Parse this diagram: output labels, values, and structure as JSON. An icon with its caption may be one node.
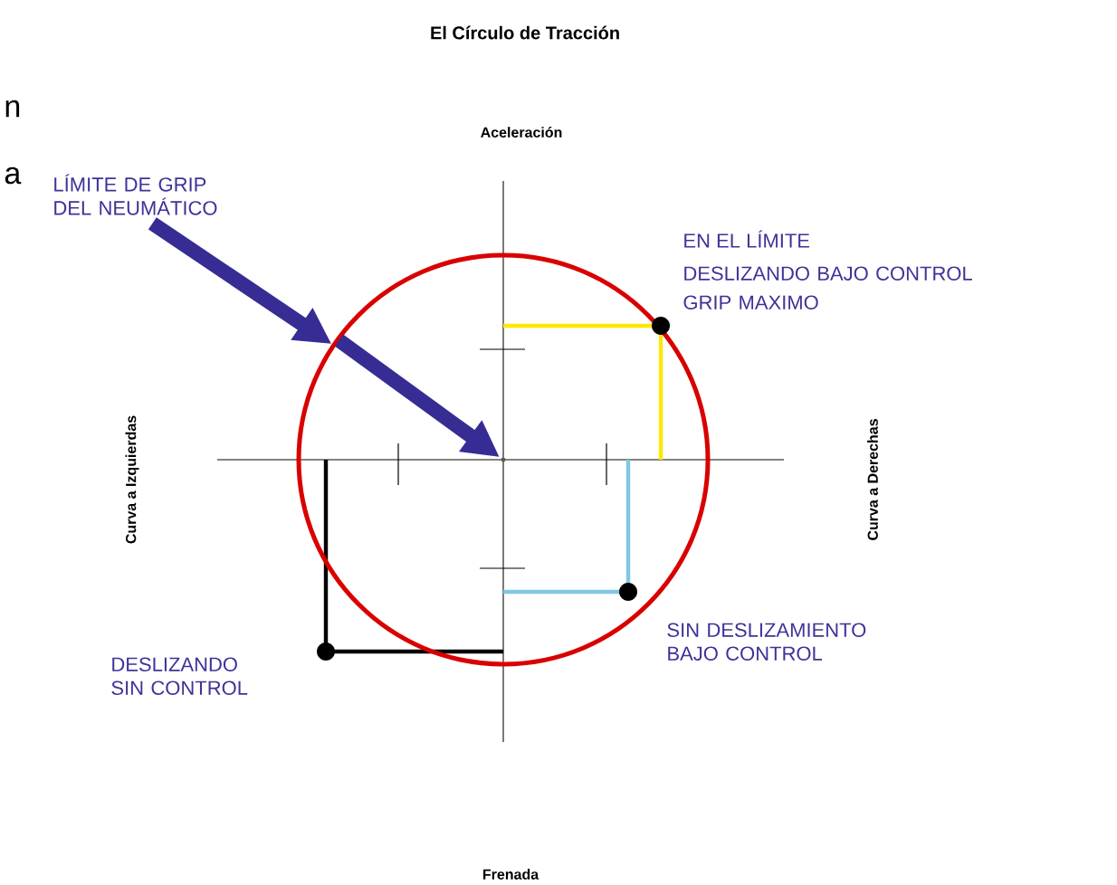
{
  "diagram": {
    "title": "El Círculo de Tracción",
    "nodes": [
      {
        "text": [
          "LÍMITE DE GRIP DEL NEUMÁTICO"
        ]
      },
      {
        "text": [],
        "shape": "circle"
      },
      {
        "text": [],
        "shape": "point",
        "in": 1
      }
    ],
    "edges": [
      {
        "from": 0,
        "to": 1,
        "arrow": "to"
      },
      {
        "from": 1,
        "to": 2,
        "arrow": "to"
      }
    ],
    "labels": [
      "n",
      "a",
      "Aceleración",
      "EN EL LÍMITE",
      "DESLIZANDO BAJO CONTROL GRIP MAXIMO",
      "Curva a Izquierdas",
      "Curva a Derechas",
      "SIN DESLIZAMIENTO BAJO CONTROL",
      "DESLIZANDO SIN CONTROL",
      "Frenada"
    ]
  }
}
